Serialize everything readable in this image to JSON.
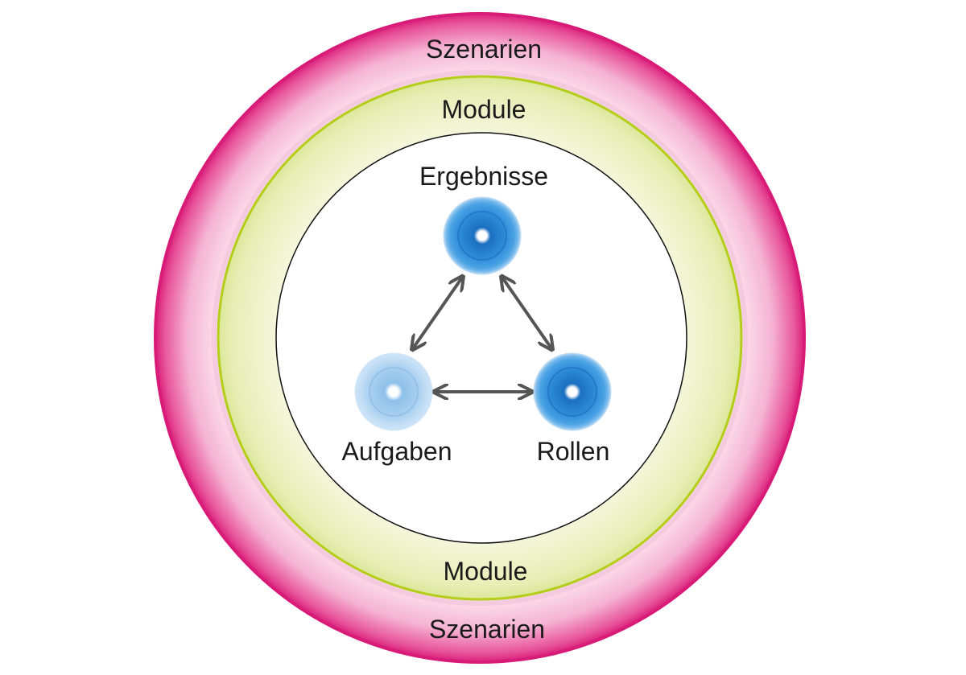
{
  "diagram": {
    "outer_ring": {
      "label_top": "Szenarien",
      "label_bottom": "Szenarien",
      "color": "#e0207f"
    },
    "middle_ring": {
      "label_top": "Module",
      "label_bottom": "Module",
      "color": "#b5cc18"
    },
    "nodes": [
      {
        "id": "ergebnisse",
        "label": "Ergebnisse",
        "color": "#1f7fcf"
      },
      {
        "id": "aufgaben",
        "label": "Aufgaben",
        "color": "#8fc1ea"
      },
      {
        "id": "rollen",
        "label": "Rollen",
        "color": "#2c86d2"
      }
    ],
    "connections": [
      {
        "from": "ergebnisse",
        "to": "aufgaben",
        "bidirectional": true
      },
      {
        "from": "ergebnisse",
        "to": "rollen",
        "bidirectional": true
      },
      {
        "from": "aufgaben",
        "to": "rollen",
        "bidirectional": true
      }
    ],
    "arrow_color": "#555555"
  }
}
